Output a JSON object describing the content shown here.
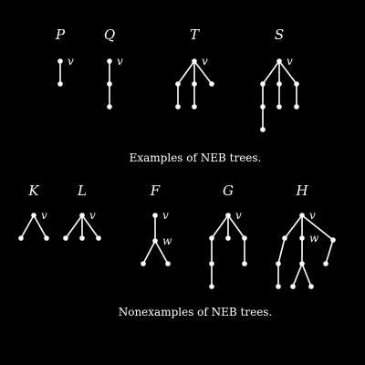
{
  "captions": {
    "examples": "Examples of NEB trees.",
    "nonexamples": "Nonexamples of NEB trees."
  },
  "trees": [
    {
      "name": "P",
      "labels": [
        "v"
      ]
    },
    {
      "name": "Q",
      "labels": [
        "v"
      ]
    },
    {
      "name": "T",
      "labels": [
        "v"
      ]
    },
    {
      "name": "S",
      "labels": [
        "v"
      ]
    },
    {
      "name": "K",
      "labels": [
        "v"
      ]
    },
    {
      "name": "L",
      "labels": [
        "v"
      ]
    },
    {
      "name": "F",
      "labels": [
        "v",
        "w"
      ]
    },
    {
      "name": "G",
      "labels": [
        "v"
      ]
    },
    {
      "name": "H",
      "labels": [
        "v",
        "w"
      ]
    }
  ]
}
